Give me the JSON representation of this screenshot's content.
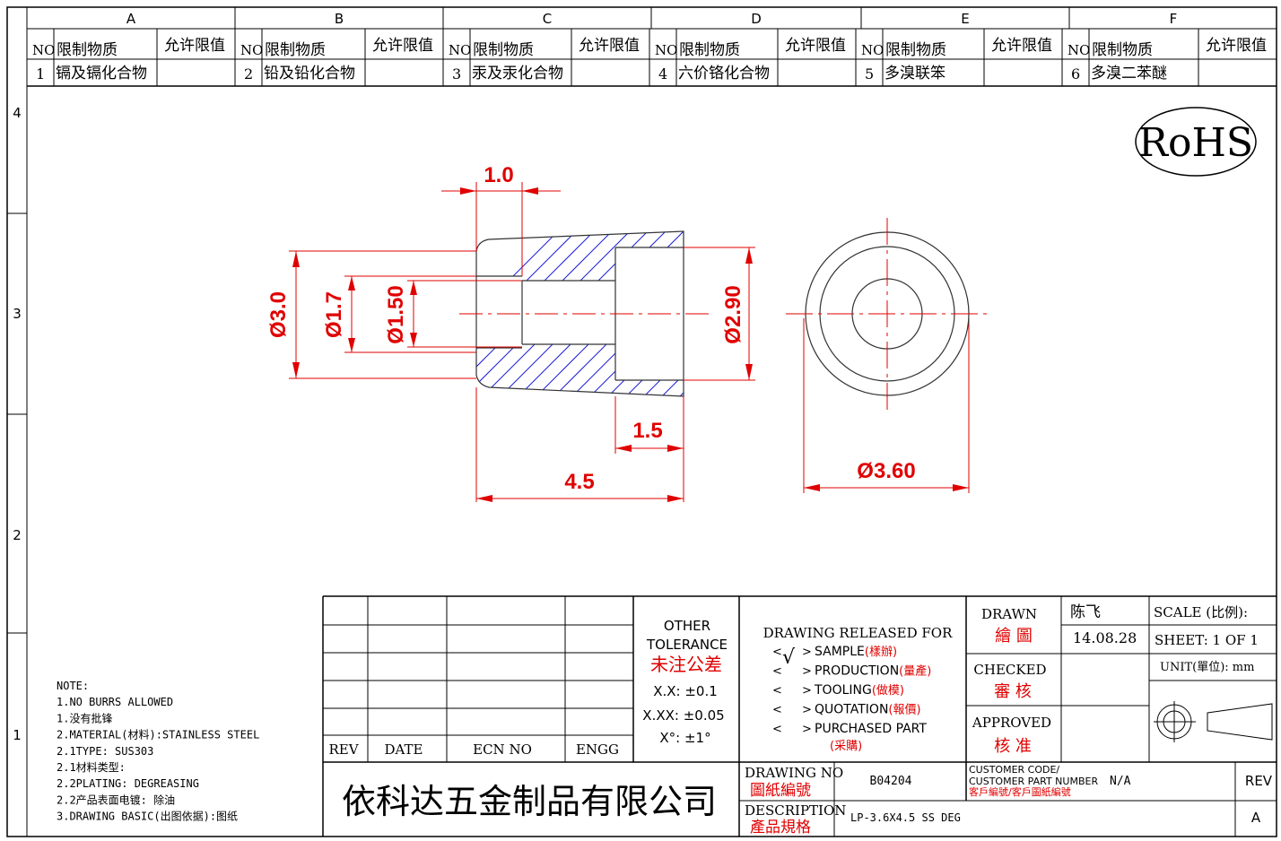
{
  "zones": {
    "columns": [
      "A",
      "B",
      "C",
      "D",
      "E",
      "F"
    ],
    "rows": [
      "4",
      "3",
      "2",
      "1"
    ]
  },
  "restricted_table": {
    "headers": {
      "no": "NO",
      "substance": "限制物质",
      "limit": "允许限值"
    },
    "items": [
      {
        "no": "1",
        "substance": "镉及镉化合物",
        "limit": ""
      },
      {
        "no": "2",
        "substance": "铅及铅化合物",
        "limit": ""
      },
      {
        "no": "3",
        "substance": "汞及汞化合物",
        "limit": ""
      },
      {
        "no": "4",
        "substance": "六价铬化合物",
        "limit": ""
      },
      {
        "no": "5",
        "substance": "多溴联笨",
        "limit": ""
      },
      {
        "no": "6",
        "substance": "多溴二苯醚",
        "limit": ""
      }
    ]
  },
  "rohs": "RoHS",
  "dimensions": {
    "flange_width": "1.0",
    "outer_dia": "Ø3.0",
    "bore_dia": "Ø1.7",
    "pin_dia": "Ø1.50",
    "rear_dia": "Ø2.90",
    "counterbore_depth": "1.5",
    "length": "4.5",
    "end_dia": "Ø3.60"
  },
  "notes": [
    "NOTE:",
    "1.NO BURRS ALLOWED",
    "1.没有批锋",
    "2.MATERIAL(材料):STAINLESS STEEL",
    "2.1TYPE: SUS303",
    "2.1材料类型:",
    "2.2PLATING: DEGREASING",
    "2.2产品表面电镀:  除油",
    "3.DRAWING BASIC(出图依据):图纸"
  ],
  "revision_block": {
    "rev": "REV",
    "date": "DATE",
    "ecn": "ECN NO",
    "engg": "ENGG"
  },
  "tolerance": {
    "title1": "OTHER",
    "title2": "TOLERANCE",
    "title_cn": "未注公差",
    "x": "X.X: ±0.1",
    "xx": "X.XX: ±0.05",
    "angle": "X°: ±1°"
  },
  "release": {
    "title": "DRAWING RELEASED FOR",
    "check": "√",
    "options": [
      {
        "en": "SAMPLE",
        "cn": "(樣辦)"
      },
      {
        "en": "PRODUCTION",
        "cn": "(量產)"
      },
      {
        "en": "TOOLING",
        "cn": "(做模)"
      },
      {
        "en": "QUOTATION",
        "cn": "(報價)"
      },
      {
        "en": "PURCHASED PART",
        "cn": "(采購)"
      }
    ]
  },
  "signoff": {
    "drawn_en": "DRAWN",
    "drawn_cn": "繪 圖",
    "drawn_name": "陈飞",
    "drawn_date": "14.08.28",
    "checked_en": "CHECKED",
    "checked_cn": "審 核",
    "approved_en": "APPROVED",
    "approved_cn": "核 准"
  },
  "scale_block": {
    "scale": "SCALE (比例):",
    "sheet": "SHEET:  1 OF 1",
    "unit": "UNIT(單位): mm"
  },
  "company": "依科达五金制品有限公司",
  "drawing_no": {
    "label_en": "DRAWING NO",
    "label_cn": "圖紙編號",
    "value": "B04204"
  },
  "description": {
    "label_en": "DESCRIPTION",
    "label_cn": "產品規格",
    "value": "LP-3.6X4.5 SS DEG"
  },
  "customer": {
    "label1": "CUSTOMER CODE/",
    "label2": "CUSTOMER PART NUMBER",
    "label_cn": "客戶編號/客戶圖紙編號",
    "value": "N/A"
  },
  "rev_block": {
    "label": "REV",
    "value": "A"
  },
  "colors": {
    "dimension": "#e00000",
    "hatch": "#1a1ad8",
    "line": "#000000"
  }
}
